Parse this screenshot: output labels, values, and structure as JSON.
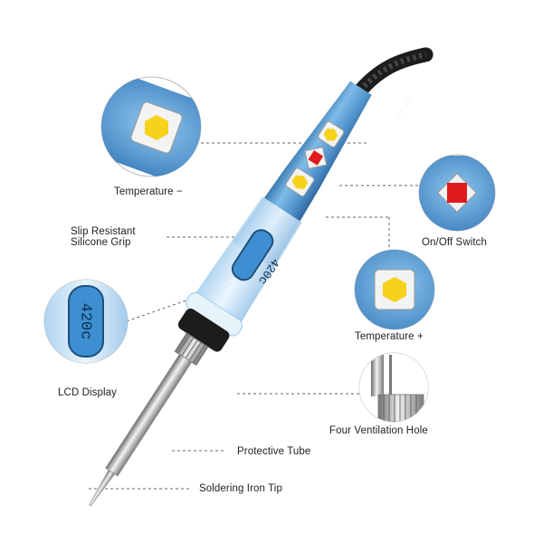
{
  "callouts": {
    "temperature_minus": "Temperature −",
    "grip_line1": "Slip Resistant",
    "grip_line2": "Silicone Grip",
    "on_off_switch": "On/Off Switch",
    "temperature_plus": "Temperature +",
    "lcd_display": "LCD Display",
    "ventilation": "Four Ventilation Hole",
    "protective_tube": "Protective Tube",
    "tip": "Soldering Iron Tip"
  },
  "device": {
    "lcd_readout": "420c",
    "voltage_print": "110-220V"
  },
  "colors": {
    "handle_blue": "#5aa0d8",
    "button_yellow": "#f6d21a",
    "switch_red": "#e01b1b",
    "grip_translucent": "#cfe6f7"
  }
}
